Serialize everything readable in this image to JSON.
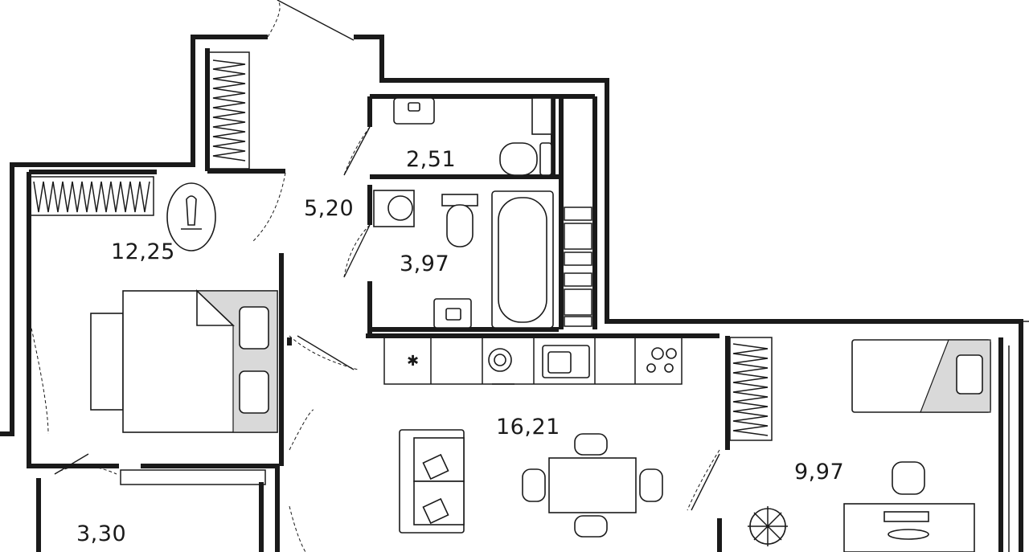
{
  "rooms": [
    {
      "id": "room-bedroom",
      "area": "12,25"
    },
    {
      "id": "room-hallway",
      "area": "5,20"
    },
    {
      "id": "room-toilet",
      "area": "2,51"
    },
    {
      "id": "room-bathroom",
      "area": "3,97"
    },
    {
      "id": "room-kitchen-living",
      "area": "16,21"
    },
    {
      "id": "room-second-bedroom",
      "area": "9,97"
    },
    {
      "id": "room-balcony",
      "area": "3,30"
    }
  ],
  "colors": {
    "wall": "#1a1a1a",
    "fixture_fill": "#d9d9d9",
    "background": "#ffffff"
  }
}
